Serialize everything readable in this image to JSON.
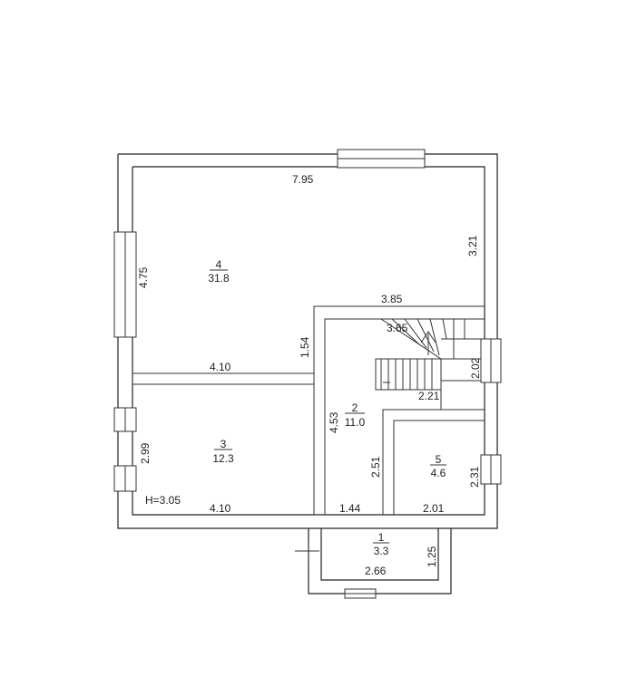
{
  "plan": {
    "height_note": "H=3.05",
    "rooms": [
      {
        "id": "room-4",
        "number": "4",
        "area": "31.8"
      },
      {
        "id": "room-3",
        "number": "3",
        "area": "12.3"
      },
      {
        "id": "room-2",
        "number": "2",
        "area": "11.0"
      },
      {
        "id": "room-5",
        "number": "5",
        "area": "4.6"
      },
      {
        "id": "room-1",
        "number": "1",
        "area": "3.3"
      }
    ],
    "dimensions": {
      "top_width": "7.95",
      "right_upper_height": "3.21",
      "room4_left_height": "4.75",
      "room4_bottom_width": "4.10",
      "step_width": "3.85",
      "step_height": "1.54",
      "stair_width": "3.65",
      "stair_height": "2.02",
      "stair_landing": "2.21",
      "room2_height": "4.53",
      "room2_lower_height": "2.51",
      "room3_height": "2.99",
      "room3_bottom_width": "4.10",
      "room2_bottom_width": "1.44",
      "room5_height": "2.31",
      "room5_bottom_width": "2.01",
      "porch_height": "1.25",
      "porch_width": "2.66"
    }
  }
}
